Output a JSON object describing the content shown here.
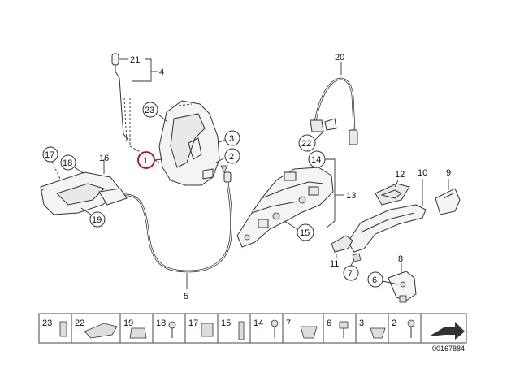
{
  "callouts": {
    "c1": "1",
    "c2": "2",
    "c3": "3",
    "c4": "4",
    "c5": "5",
    "c6": "6",
    "c7": "7",
    "c8": "8",
    "c9": "9",
    "c10": "10",
    "c11": "11",
    "c12": "12",
    "c13": "13",
    "c14": "14",
    "c15": "15",
    "c16": "16",
    "c17": "17",
    "c18": "18",
    "c19": "19",
    "c20": "20",
    "c21": "21",
    "c22": "22",
    "c23": "23"
  },
  "legend": [
    "23",
    "22",
    "19",
    "18",
    "17",
    "15",
    "14",
    "7",
    "6",
    "3",
    "2"
  ],
  "diagram_id": "00167884",
  "colors": {
    "highlight": "#d0021b",
    "ink": "#333333"
  }
}
